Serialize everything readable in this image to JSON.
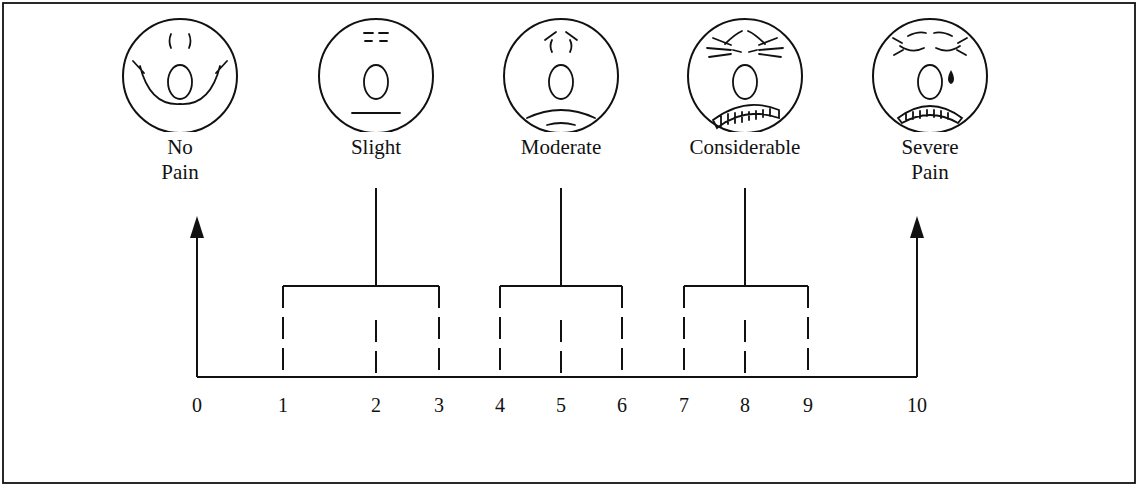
{
  "diagram": {
    "nodes": [
      {
        "text": [
          "No Pain"
        ]
      },
      {
        "text": [
          "Slight"
        ]
      },
      {
        "text": [
          "Moderate"
        ]
      },
      {
        "text": [
          "Considerable"
        ]
      },
      {
        "text": [
          "Severe Pain"
        ]
      }
    ],
    "labels": [
      "0",
      "1",
      "2",
      "3",
      "4",
      "5",
      "6",
      "7",
      "8",
      "9",
      "10"
    ]
  }
}
